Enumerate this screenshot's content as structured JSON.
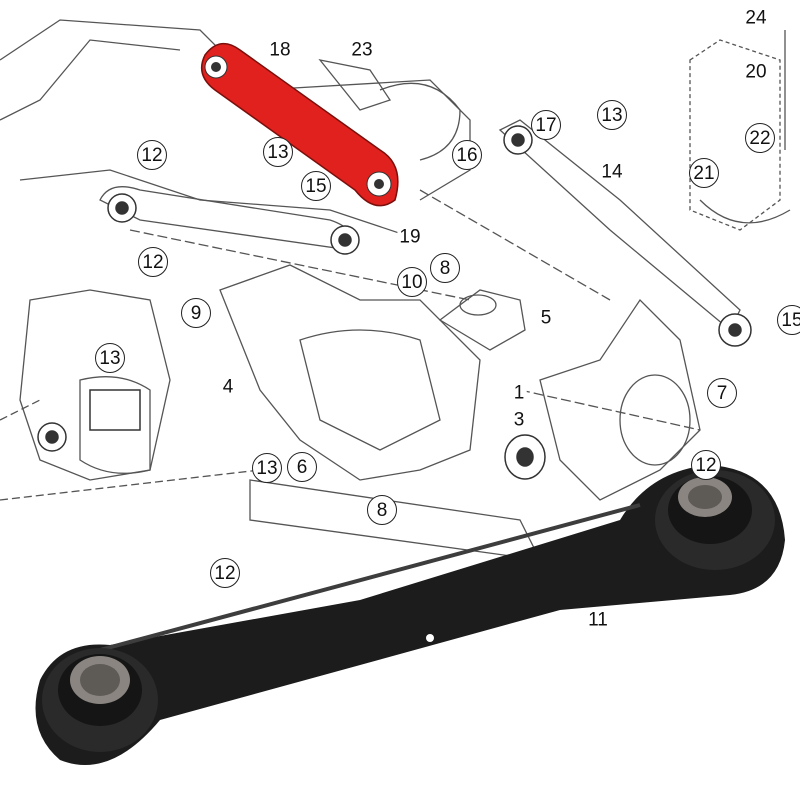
{
  "diagram": {
    "highlight_color": "#e0211d",
    "product_photo_color": "#1c1c1c",
    "callouts": [
      "18",
      "23",
      "24",
      "20",
      "17",
      "13",
      "12",
      "13",
      "16",
      "15",
      "14",
      "22",
      "21",
      "19",
      "12",
      "10",
      "8",
      "9",
      "5",
      "15",
      "13",
      "4",
      "1",
      "7",
      "3",
      "13",
      "6",
      "12",
      "8",
      "12",
      "11"
    ]
  }
}
